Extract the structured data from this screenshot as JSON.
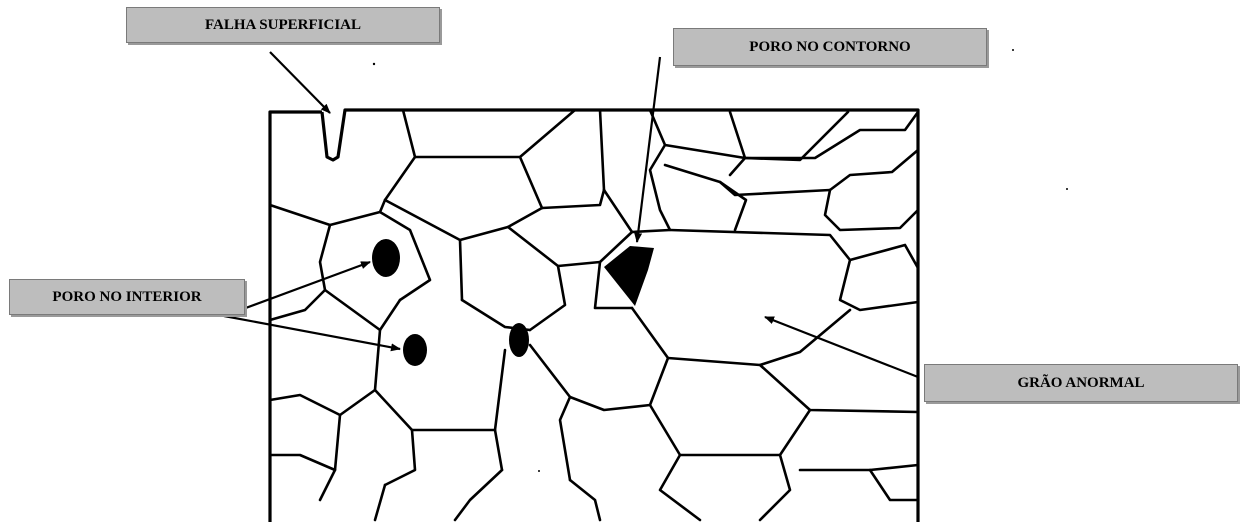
{
  "labels": {
    "surface_flaw": "FALHA SUPERFICIAL",
    "boundary_pore": "PORO NO CONTORNO",
    "interior_pore": "PORO NO INTERIOR",
    "abnormal_grain": "GRÃO ANORMAL"
  },
  "colors": {
    "label_fill": "#bdbdbd",
    "label_border": "#7a7a7a",
    "ink": "#000000",
    "background": "#ffffff"
  }
}
